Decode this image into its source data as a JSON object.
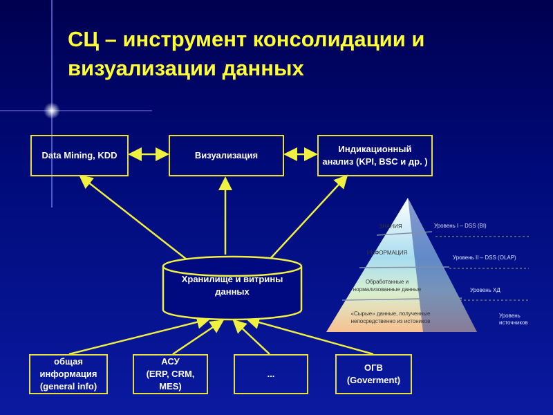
{
  "title": "СЦ – инструмент консолидации и визуализации данных",
  "top_boxes": [
    "Data Mining, KDD",
    "Визуализация",
    "Индикационный\nанализ (KPI, BSC и др. )"
  ],
  "storage": "Хранилище и витрины\nданных",
  "bottom_boxes": [
    "общая\nинформация\n(general info)",
    "АСУ\n(ERP, CRM,\nMES)",
    "...",
    "ОГВ\n(Goverment)"
  ],
  "pyramid": {
    "levels": [
      "ЗНАНИЯ",
      "ИНФОРМАЦИЯ",
      "Обработанные и\nнормализованные данные",
      "«Сырые» данные, полученные\nнепосредственно из истоников"
    ],
    "right_labels": [
      "Уровень I – DSS (BI)",
      "Уровень II – DSS (OLAP)",
      "Уровень ХД",
      "Уровень\nисточников"
    ]
  },
  "colors": {
    "accent": "#ffff33",
    "border": "#e8e040"
  }
}
